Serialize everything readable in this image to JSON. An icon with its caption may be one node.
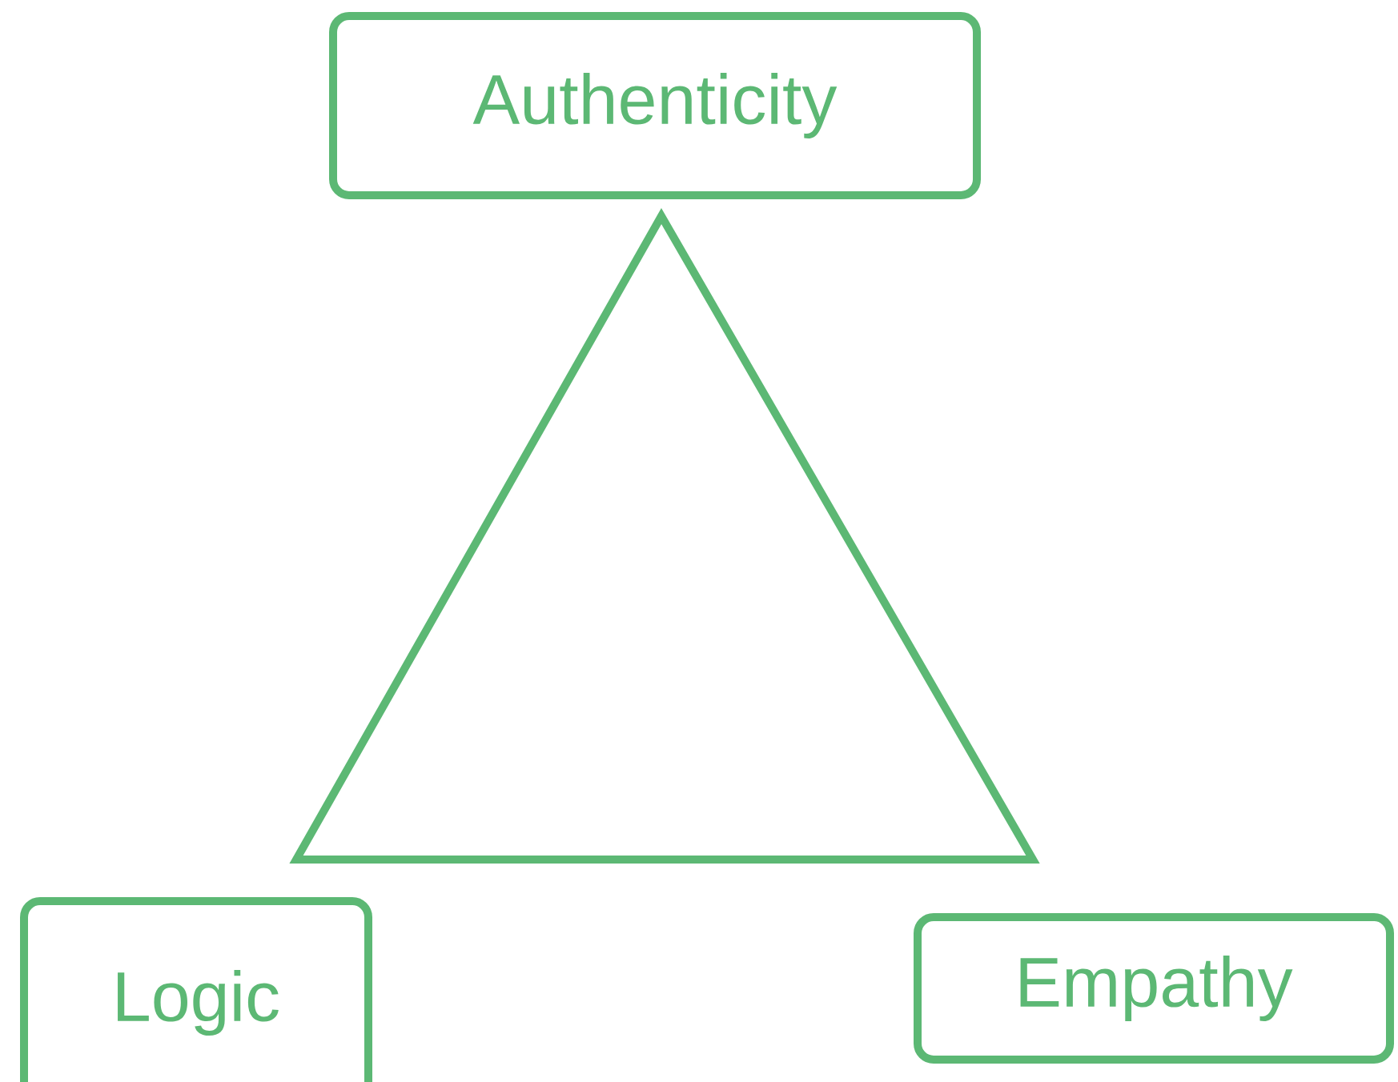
{
  "diagram": {
    "nodes": [
      {
        "text": [
          "Authenticity"
        ]
      },
      {
        "text": [
          "Logic"
        ]
      },
      {
        "text": [
          "Empathy"
        ]
      }
    ]
  }
}
